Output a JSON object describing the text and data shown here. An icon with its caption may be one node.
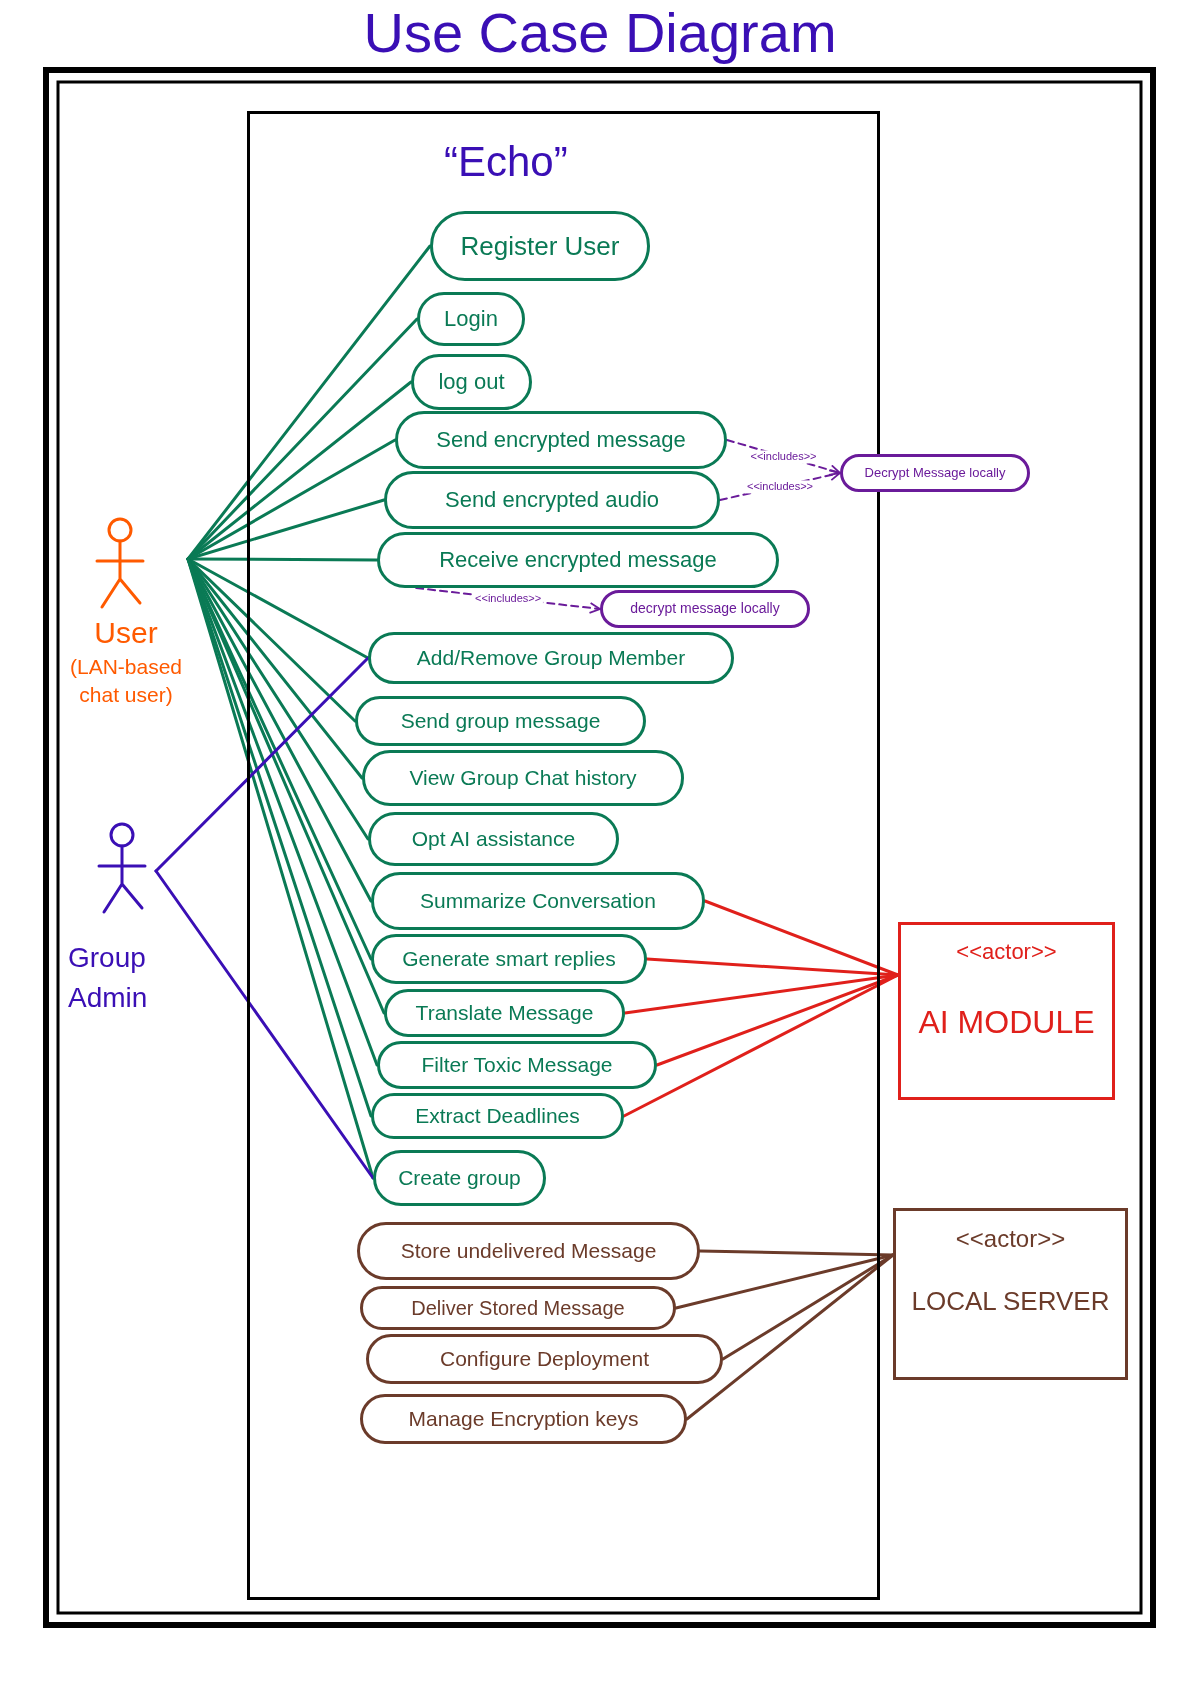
{
  "diagram": {
    "title": "Use Case Diagram",
    "nodes": [
      {
        "text": [
          "“Echo”"
        ]
      },
      {
        "text": [
          "Register User"
        ],
        "in": 0
      },
      {
        "text": [
          "Login"
        ],
        "in": 0
      },
      {
        "text": [
          "log out"
        ],
        "in": 0
      },
      {
        "text": [
          "Send encrypted message"
        ],
        "in": 0
      },
      {
        "text": [
          "Send encrypted audio"
        ],
        "in": 0
      },
      {
        "text": [
          "Decrypt Message locally"
        ]
      },
      {
        "text": [
          "Receive encrypted message"
        ],
        "in": 0
      },
      {
        "text": [
          "decrypt message locally"
        ],
        "in": 0
      },
      {
        "text": [
          "Add/Remove Group Member"
        ],
        "in": 0
      },
      {
        "text": [
          "Send group message"
        ],
        "in": 0
      },
      {
        "text": [
          "View Group Chat history"
        ],
        "in": 0
      },
      {
        "text": [
          "Opt AI assistance"
        ],
        "in": 0
      },
      {
        "text": [
          "Summarize Conversation"
        ],
        "in": 0
      },
      {
        "text": [
          "Generate smart replies"
        ],
        "in": 0
      },
      {
        "text": [
          "Translate Message"
        ],
        "in": 0
      },
      {
        "text": [
          "Filter Toxic Message"
        ],
        "in": 0
      },
      {
        "text": [
          "Extract Deadlines"
        ],
        "in": 0
      },
      {
        "text": [
          "Create group"
        ],
        "in": 0
      },
      {
        "text": [
          "Store undelivered Message"
        ],
        "in": 0
      },
      {
        "text": [
          "Deliver Stored Message"
        ],
        "in": 0
      },
      {
        "text": [
          "Configure Deployment"
        ],
        "in": 0
      },
      {
        "text": [
          "Manage Encryption keys"
        ],
        "in": 0
      },
      {
        "text": [
          "User",
          "(LAN-based chat user)"
        ]
      },
      {
        "text": [
          "Group Admin"
        ]
      },
      {
        "text": [
          "<<actor>>",
          "AI MODULE"
        ]
      },
      {
        "text": [
          "<<actor>>",
          "LOCAL SERVER"
        ]
      }
    ],
    "edges": [
      {
        "from": 23,
        "to": 1,
        "arrow": "none"
      },
      {
        "from": 23,
        "to": 2,
        "arrow": "none"
      },
      {
        "from": 23,
        "to": 3,
        "arrow": "none"
      },
      {
        "from": 23,
        "to": 4,
        "arrow": "none"
      },
      {
        "from": 23,
        "to": 5,
        "arrow": "none"
      },
      {
        "from": 23,
        "to": 7,
        "arrow": "none"
      },
      {
        "from": 23,
        "to": 9,
        "arrow": "none"
      },
      {
        "from": 23,
        "to": 10,
        "arrow": "none"
      },
      {
        "from": 23,
        "to": 11,
        "arrow": "none"
      },
      {
        "from": 23,
        "to": 12,
        "arrow": "none"
      },
      {
        "from": 23,
        "to": 13,
        "arrow": "none"
      },
      {
        "from": 23,
        "to": 14,
        "arrow": "none"
      },
      {
        "from": 23,
        "to": 15,
        "arrow": "none"
      },
      {
        "from": 23,
        "to": 16,
        "arrow": "none"
      },
      {
        "from": 23,
        "to": 17,
        "arrow": "none"
      },
      {
        "from": 23,
        "to": 18,
        "arrow": "none"
      },
      {
        "from": 24,
        "to": 9,
        "arrow": "none",
        "color": "#3a0fb5"
      },
      {
        "from": 24,
        "to": 18,
        "arrow": "none",
        "color": "#3a0fb5"
      },
      {
        "from": 4,
        "to": 6,
        "arrow": "to",
        "label": "<<includes>>",
        "style": "dashed",
        "color": "#6a1b9a"
      },
      {
        "from": 5,
        "to": 6,
        "arrow": "to",
        "label": "<<includes>>",
        "style": "dashed",
        "color": "#6a1b9a"
      },
      {
        "from": 7,
        "to": 8,
        "arrow": "to",
        "label": "<<includes>>",
        "style": "dashed",
        "color": "#6a1b9a"
      },
      {
        "from": 13,
        "to": 25,
        "arrow": "none",
        "color": "#e0201b"
      },
      {
        "from": 14,
        "to": 25,
        "arrow": "none",
        "color": "#e0201b"
      },
      {
        "from": 15,
        "to": 25,
        "arrow": "none",
        "color": "#e0201b"
      },
      {
        "from": 16,
        "to": 25,
        "arrow": "none",
        "color": "#e0201b"
      },
      {
        "from": 17,
        "to": 25,
        "arrow": "none",
        "color": "#e0201b"
      },
      {
        "from": 19,
        "to": 26,
        "arrow": "none",
        "color": "#6b3b2a"
      },
      {
        "from": 20,
        "to": 26,
        "arrow": "none",
        "color": "#6b3b2a"
      },
      {
        "from": 21,
        "to": 26,
        "arrow": "none",
        "color": "#6b3b2a"
      },
      {
        "from": 22,
        "to": 26,
        "arrow": "none",
        "color": "#6b3b2a"
      }
    ]
  }
}
